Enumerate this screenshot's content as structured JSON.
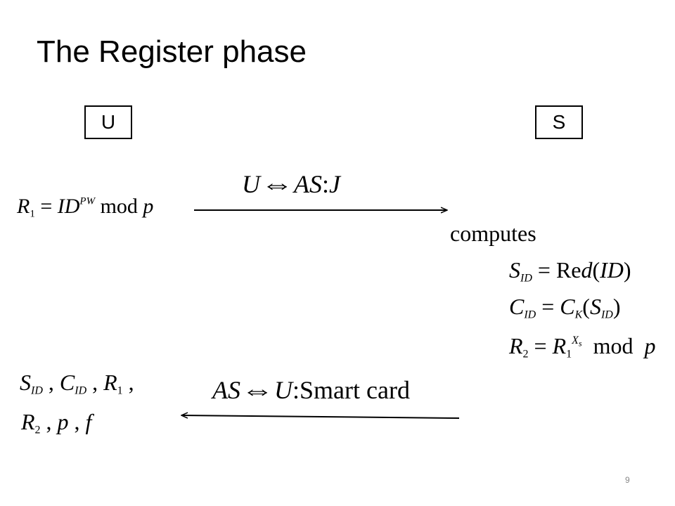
{
  "title": "The Register phase",
  "parties": {
    "user": "U",
    "server": "S"
  },
  "step1": {
    "user_computation": "R1 = ID^PW mod p",
    "message": "U ⇔ AS: J",
    "direction": "U to S"
  },
  "server_side": {
    "label": "computes",
    "equations": [
      "S_ID = Red(ID)",
      "C_ID = C_K(S_ID)",
      "R2 = R1^Xs mod p"
    ]
  },
  "step2": {
    "message": "AS ⇔ U: Smart card",
    "direction": "S to U",
    "card_contents": [
      "S_ID",
      "C_ID",
      "R1",
      "R2",
      "p",
      "f"
    ]
  },
  "page_number": "9"
}
